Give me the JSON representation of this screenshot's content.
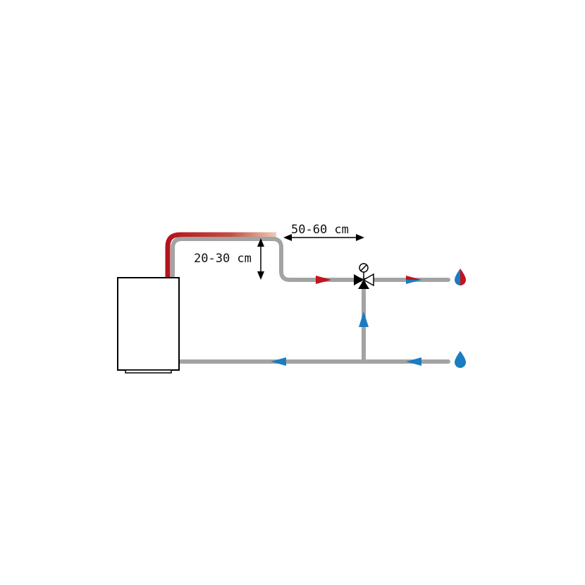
{
  "diagram": {
    "labels": {
      "vertical_distance": "20-30 cm",
      "horizontal_distance": "50-60 cm"
    },
    "colors": {
      "pipe": "#a3a3a3",
      "hot": "#c0151d",
      "cold": "#1b7cc2",
      "outline": "#000000"
    },
    "icons": [
      "boiler",
      "three-way-mixing-valve",
      "mixed-water-drop",
      "cold-water-drop"
    ]
  }
}
